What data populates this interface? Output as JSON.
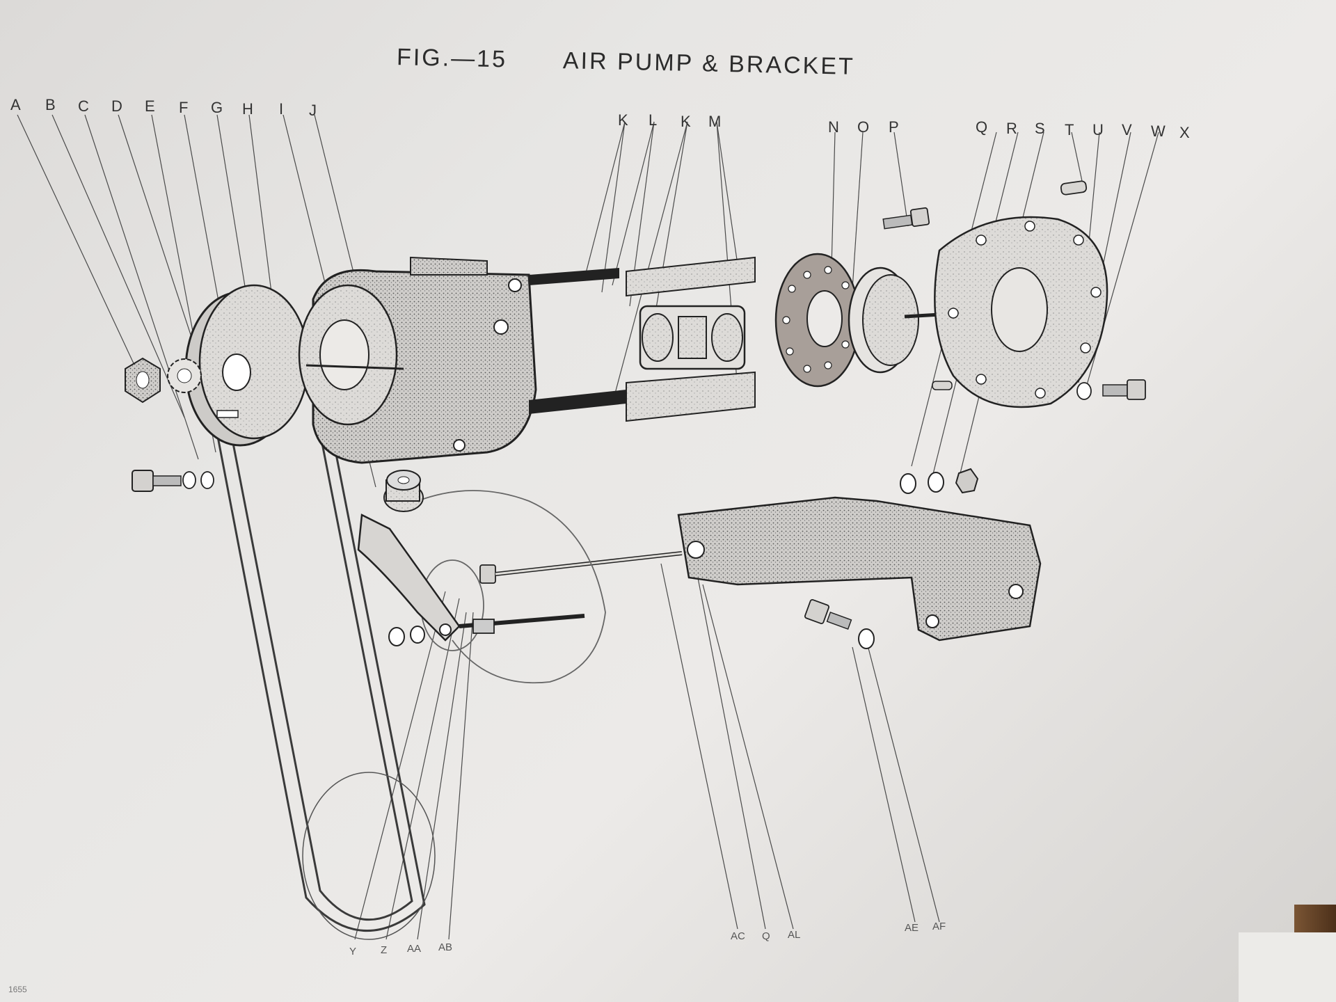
{
  "figure": {
    "number_label": "FIG.—15",
    "title": "AIR PUMP & BRACKET"
  },
  "top_labels": [
    "A",
    "B",
    "C",
    "D",
    "E",
    "F",
    "G",
    "H",
    "I",
    "J",
    "K",
    "L",
    "K",
    "M",
    "N",
    "O",
    "P",
    "Q",
    "R",
    "S",
    "T",
    "U",
    "V",
    "W",
    "X"
  ],
  "bottom_labels": [
    "Y",
    "Z",
    "AA",
    "AB",
    "AC",
    "Q",
    "AL",
    "AE",
    "AF"
  ],
  "page_number": "1655"
}
